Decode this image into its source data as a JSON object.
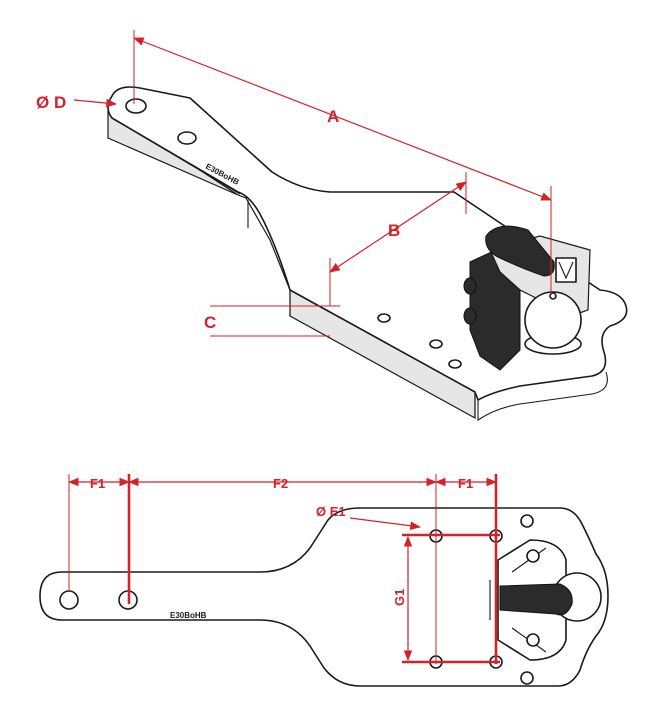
{
  "labels": {
    "od": "Ø D",
    "a": "A",
    "b": "B",
    "c": "C",
    "f1_left": "F1",
    "f2": "F2",
    "f1_right": "F1",
    "oe1": "Ø E1",
    "g1": "G1"
  },
  "stamps": {
    "iso": "E30BoHB",
    "plan": "E30BoHB"
  },
  "colors": {
    "dimension": "#d2232a",
    "outline": "#1a1a1a"
  }
}
